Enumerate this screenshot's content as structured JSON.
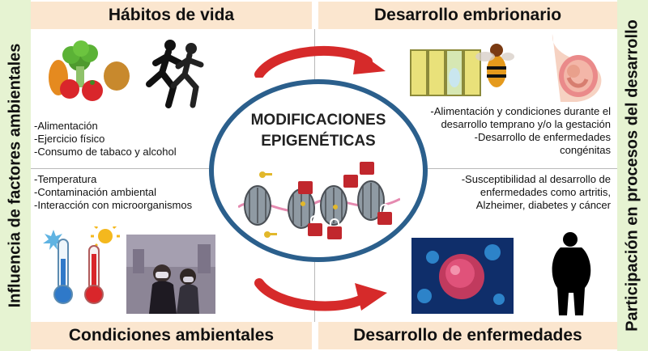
{
  "side": {
    "left_label": "Influencia de factores ambientales",
    "right_label": "Participación en procesos del desarrollo"
  },
  "headers": {
    "top_left": "Hábitos de vida",
    "top_right": "Desarrollo embrionario",
    "bottom_left": "Condiciones ambientales",
    "bottom_right": "Desarrollo de enfermedades"
  },
  "center": {
    "line1": "MODIFICACIONES",
    "line2": "EPIGENÉTICAS"
  },
  "habits": {
    "items": [
      "-Alimentación",
      "-Ejercicio físico",
      "-Consumo de tabaco y alcohol"
    ]
  },
  "environment": {
    "items": [
      "-Temperatura",
      "-Contaminación ambiental",
      "-Interacción con microorganismos"
    ]
  },
  "embryo": {
    "items": [
      "-Alimentación y condiciones durante el",
      "desarrollo temprano  y/o la gestación",
      "-Desarrollo de enfermedades",
      "congénitas"
    ]
  },
  "disease": {
    "items": [
      "-Susceptibilidad al desarrollo de",
      "enfermedades como artritis,",
      "Alzheimer, diabetes y cáncer"
    ]
  },
  "icons": {
    "vegetables": "vegetables-icon",
    "runners": "runners-icon",
    "bees": "bee-honeycomb-icon",
    "fetus": "fetus-icon",
    "thermometers": "thermometers-icon",
    "pollution": "pollution-photo",
    "cancer": "cancer-cell-icon",
    "obesity": "obese-silhouette-icon",
    "nucleosomes": "nucleosome-icon",
    "lock": "lock-icon"
  },
  "colors": {
    "side_band": "#e6f3d2",
    "header_band": "#fbe6cf",
    "circle_border": "#2b5f8c",
    "arrow": "#d62a2a"
  }
}
